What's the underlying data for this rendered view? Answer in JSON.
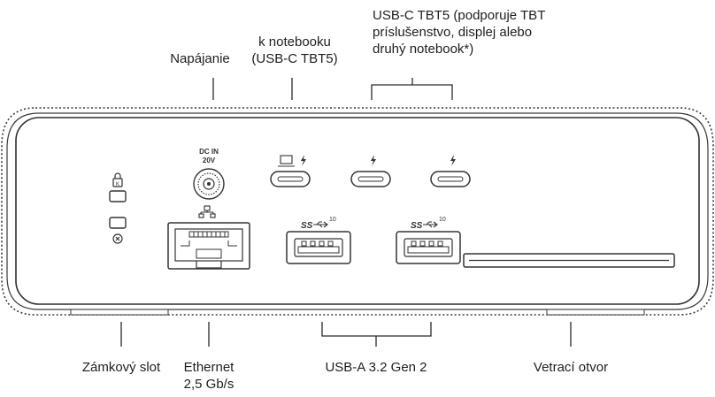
{
  "labels": {
    "power": "Napájanie",
    "host_line1": "k notebooku",
    "host_line2": "(USB-C TBT5)",
    "usbc_line1": "USB-C TBT5 (podporuje TBT",
    "usbc_line2": "príslušenstvo, displej alebo",
    "usbc_line3": "druhý notebook*)",
    "lock_slot": "Zámkový slot",
    "ethernet_line1": "Ethernet",
    "ethernet_line2": "2,5 Gb/s",
    "usba": "USB-A 3.2 Gen 2",
    "vent": "Vetrací otvor"
  },
  "device": {
    "dc_in_line1": "DC IN",
    "dc_in_line2": "20V",
    "usb_speed": "10"
  },
  "icons": [
    "lock-icon",
    "kensington-icon",
    "ethernet-icon",
    "laptop-icon",
    "thunderbolt-icon",
    "usb-ss-icon"
  ],
  "colors": {
    "outline": "#3a3a3a",
    "panel": "#ffffff",
    "text": "#1e1e1e"
  }
}
